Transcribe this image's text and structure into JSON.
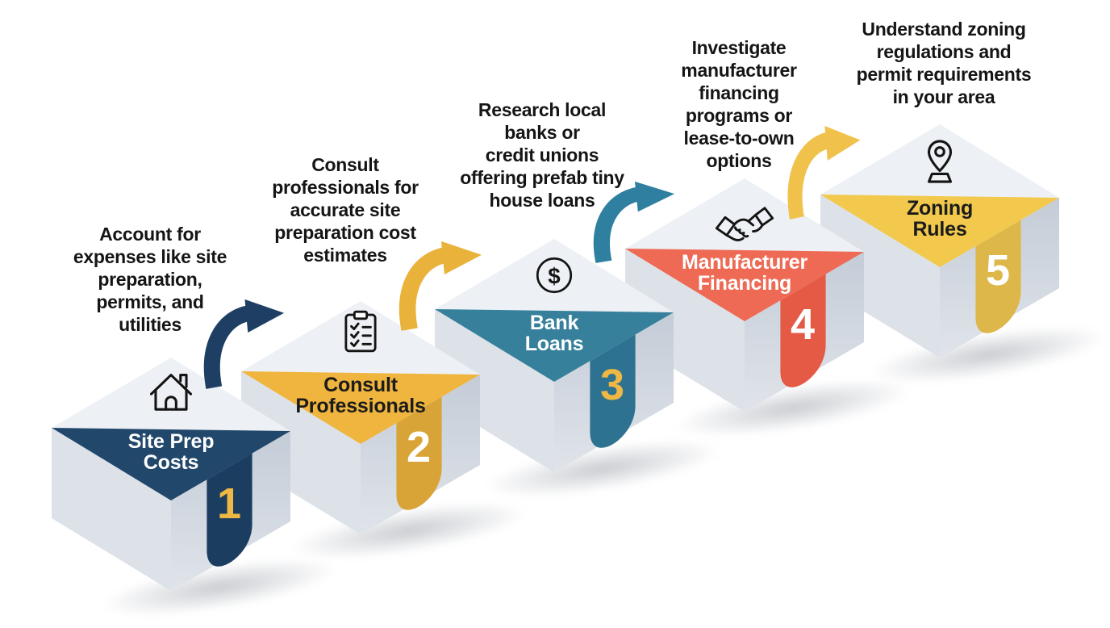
{
  "background": "#FFFFFF",
  "block_faces": {
    "top": "#EDF0F4",
    "left": "#DDE2E9",
    "right_top": "#C4CCD7",
    "right_bottom": "#E0E4EA"
  },
  "steps": [
    {
      "number": "1",
      "title": "Site Prep\nCosts",
      "description": "Account for\nexpenses like site\npreparation,\npermits, and\nutilities",
      "icon": "house",
      "colors": {
        "triangle": "#21476B",
        "badge": "#1B3E60",
        "number": "#EFB743",
        "title": "#FFFFFF"
      }
    },
    {
      "number": "2",
      "title": "Consult\nProfessionals",
      "description": "Consult\nprofessionals for\naccurate site\npreparation cost\nestimates",
      "icon": "clipboard-checklist",
      "colors": {
        "triangle": "#EFB53E",
        "badge": "#D9A437",
        "number": "#FFFFFF",
        "title": "#1B1B1B"
      }
    },
    {
      "number": "3",
      "title": "Bank\nLoans",
      "description": "Research local\nbanks or\ncredit unions\noffering prefab tiny\nhouse loans",
      "icon": "dollar-circle",
      "symbol": "$",
      "colors": {
        "triangle": "#37809B",
        "badge": "#2D7290",
        "number": "#EFB743",
        "title": "#FFFFFF"
      }
    },
    {
      "number": "4",
      "title": "Manufacturer\nFinancing",
      "description": "Investigate\nmanufacturer\nfinancing\nprograms or\nlease-to-own\noptions",
      "icon": "handshake",
      "colors": {
        "triangle": "#EE6A55",
        "badge": "#E45A44",
        "number": "#FFFFFF",
        "title": "#FFFFFF"
      }
    },
    {
      "number": "5",
      "title": "Zoning\nRules",
      "description": "Understand zoning\nregulations and\npermit requirements\nin your area",
      "icon": "map-pin",
      "colors": {
        "triangle": "#F2C94C",
        "badge": "#DDB74A",
        "number": "#FFFFFF",
        "title": "#1B1B1B"
      }
    }
  ],
  "arrows": [
    {
      "from": "step-1",
      "to": "step-2",
      "color": "#1E3F63"
    },
    {
      "from": "step-2",
      "to": "step-3",
      "color": "#E9B23B"
    },
    {
      "from": "step-3",
      "to": "step-4",
      "color": "#2F7FA0"
    },
    {
      "from": "step-4",
      "to": "step-5",
      "color": "#F0C24B"
    }
  ]
}
